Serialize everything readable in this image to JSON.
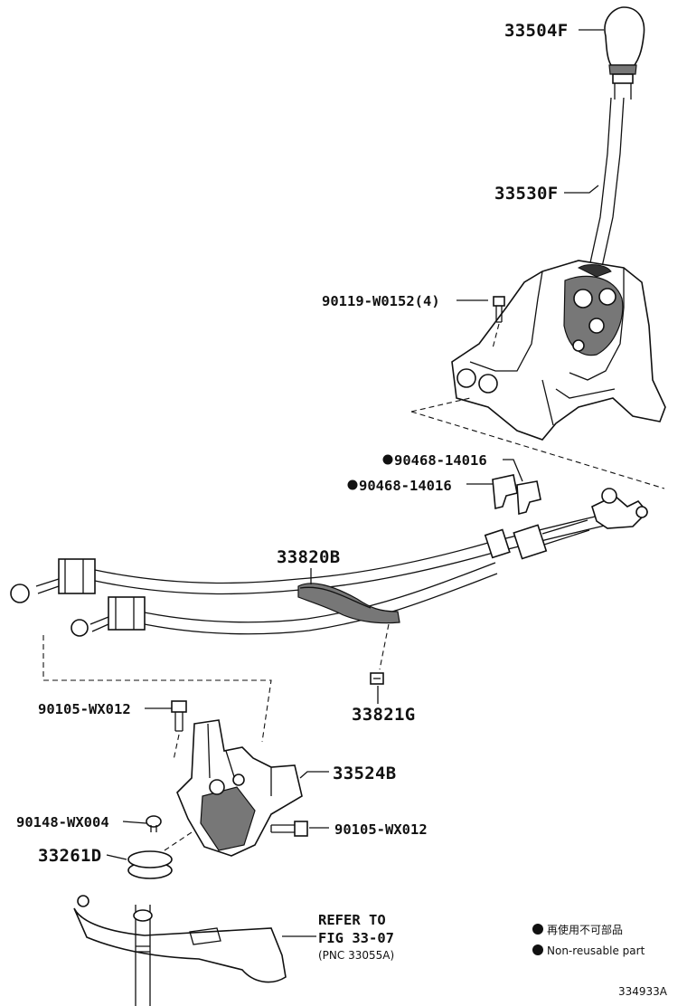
{
  "parts": {
    "knob": "33504F",
    "lever": "33530F",
    "bolt_top": "90119-W0152(4)",
    "clip_a": "90468-14016",
    "clip_b": "90468-14016",
    "cable": "33820B",
    "clamp": "33821G",
    "bolt_left": "90105-WX012",
    "bracket": "33524B",
    "screw": "90148-WX004",
    "bolt_right": "90105-WX012",
    "washer": "33261D"
  },
  "reference": {
    "line1": "REFER TO",
    "line2": "FIG 33-07",
    "line3": "(PNC 33055A)"
  },
  "legend": {
    "jp": "再使用不可部品",
    "en": "Non-reusable part"
  },
  "figure_id": "334933A"
}
